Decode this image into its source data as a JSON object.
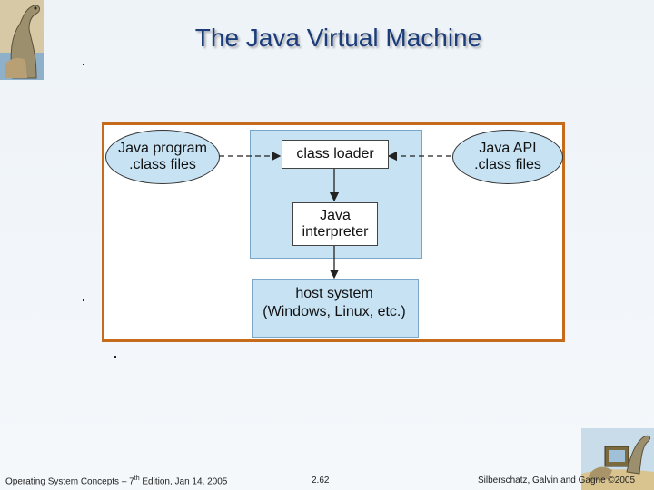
{
  "slide": {
    "title": "The Java Virtual Machine"
  },
  "diagram": {
    "left_oval": {
      "line1": "Java program",
      "line2": ".class files"
    },
    "right_oval": {
      "line1": "Java API",
      "line2": ".class files"
    },
    "class_loader": "class loader",
    "interpreter": {
      "line1": "Java",
      "line2": "interpreter"
    },
    "host_system": {
      "line1": "host system",
      "line2": "(Windows, Linux, etc.)"
    },
    "colors": {
      "frame": "#c46c1c",
      "panel": "#c6e2f3",
      "title": "#1c3d7a"
    }
  },
  "footer": {
    "left_prefix": "Operating System Concepts – 7",
    "left_sup": "th",
    "left_suffix": " Edition, Jan 14, 2005",
    "page": "2.62",
    "right": "Silberschatz, Galvin and Gagne ©2005"
  },
  "icons": [
    "dinosaur-logo-icon",
    "dinosaur-computer-icon"
  ]
}
